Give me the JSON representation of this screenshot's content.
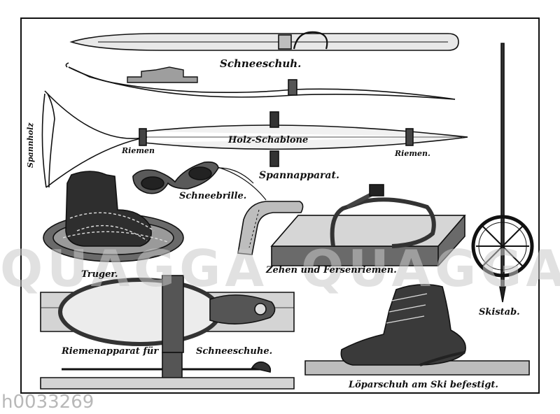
{
  "labels": {
    "schneeschuh": "Schneeschuh.",
    "spannholz": "Spannholz",
    "riemen_left": "Riemen",
    "holz_schablone": "Holz-Schablone",
    "riemen_right": "Riemen.",
    "spannapparat": "Spannapparat.",
    "schneebrille": "Schneebrille.",
    "truger": "Truger.",
    "zehen_fersenriemen": "Zehen und Fersenriemen.",
    "skistab": "Skistab.",
    "riemenapparat": "Riemenapparat für",
    "schneeschuhe": "Schneeschuhe.",
    "loparschuh": "Löparschuh am Ski befestigt."
  },
  "watermark": {
    "text": "QUAGGA"
  },
  "image_code": "h0033269",
  "colors": {
    "ink": "#111111",
    "paper": "#ffffff",
    "watermark": "#c8c8c8"
  }
}
